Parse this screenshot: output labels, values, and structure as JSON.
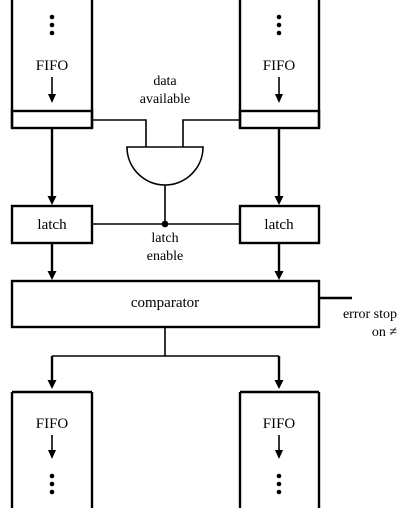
{
  "fifo_top_left": {
    "label": "FIFO"
  },
  "fifo_top_right": {
    "label": "FIFO"
  },
  "fifo_bottom_left": {
    "label": "FIFO"
  },
  "fifo_bottom_right": {
    "label": "FIFO"
  },
  "data_available": {
    "line1": "data",
    "line2": "available"
  },
  "latch_left": {
    "label": "latch"
  },
  "latch_right": {
    "label": "latch"
  },
  "latch_enable": {
    "line1": "latch",
    "line2": "enable"
  },
  "comparator": {
    "label": "comparator"
  },
  "error_stop": {
    "line1": "error stop",
    "line2": "on ≠"
  }
}
